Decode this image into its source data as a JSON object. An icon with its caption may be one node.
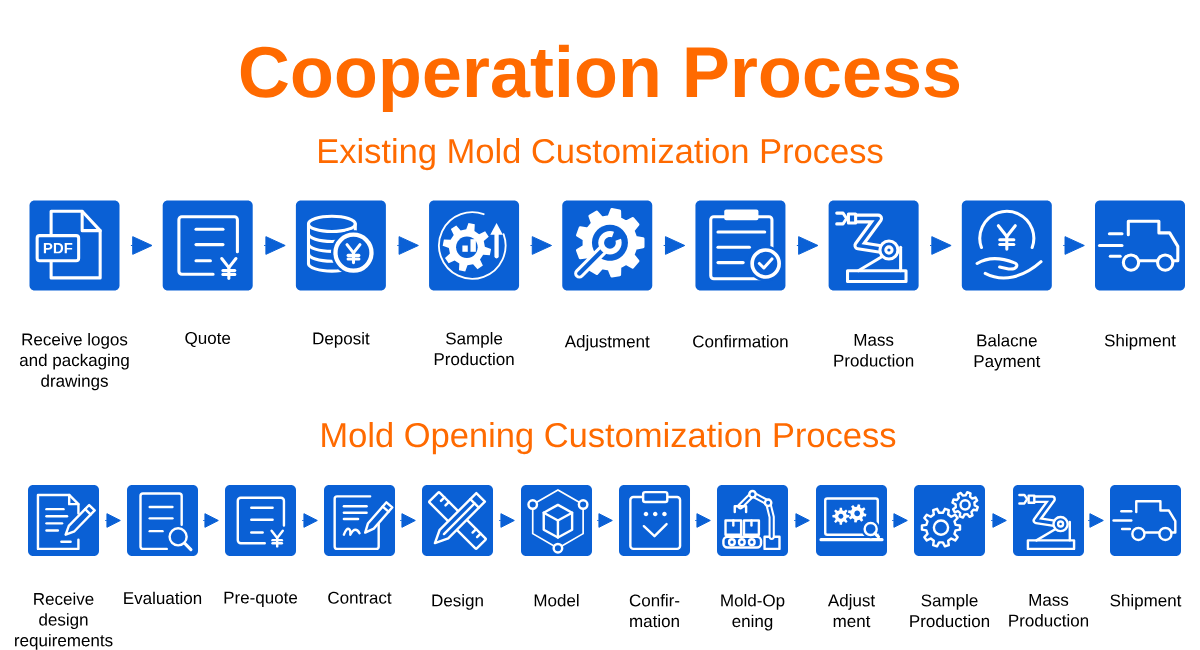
{
  "diagram": {
    "title": "Cooperation Process",
    "nodes": [
      {
        "text": [
          "Receive logos and packaging drawings"
        ]
      },
      {
        "text": [
          "Quote"
        ]
      },
      {
        "text": [
          "Deposit"
        ]
      },
      {
        "text": [
          "Sample Production"
        ]
      },
      {
        "text": [
          "Adjustment"
        ]
      },
      {
        "text": [
          "Confirmation"
        ]
      },
      {
        "text": [
          "Mass Production"
        ]
      },
      {
        "text": [
          "Balacne Payment"
        ]
      },
      {
        "text": [
          "Shipment"
        ]
      },
      {
        "text": [
          "Receive design requirements"
        ]
      },
      {
        "text": [
          "Evaluation"
        ]
      },
      {
        "text": [
          "Pre-quote"
        ]
      },
      {
        "text": [
          "Contract"
        ]
      },
      {
        "text": [
          "Design"
        ]
      },
      {
        "text": [
          "Model"
        ]
      },
      {
        "text": [
          "Confir- mation"
        ]
      },
      {
        "text": [
          "Mold-Op ening"
        ]
      },
      {
        "text": [
          "Adjust ment"
        ]
      },
      {
        "text": [
          "Sample Production"
        ]
      },
      {
        "text": [
          "Mass Production"
        ]
      },
      {
        "text": [
          "Shipment"
        ]
      }
    ],
    "edges": [
      {
        "from": 0,
        "to": 1,
        "arrow": "to"
      },
      {
        "from": 1,
        "to": 2,
        "arrow": "to"
      },
      {
        "from": 2,
        "to": 3,
        "arrow": "to"
      },
      {
        "from": 3,
        "to": 4,
        "arrow": "to"
      },
      {
        "from": 4,
        "to": 5,
        "arrow": "to"
      },
      {
        "from": 5,
        "to": 6,
        "arrow": "to"
      },
      {
        "from": 6,
        "to": 7,
        "arrow": "to"
      },
      {
        "from": 7,
        "to": 8,
        "arrow": "to"
      },
      {
        "from": 9,
        "to": 10,
        "arrow": "to"
      },
      {
        "from": 10,
        "to": 11,
        "arrow": "to"
      },
      {
        "from": 11,
        "to": 12,
        "arrow": "to"
      },
      {
        "from": 12,
        "to": 13,
        "arrow": "to"
      },
      {
        "from": 13,
        "to": 14,
        "arrow": "to"
      },
      {
        "from": 14,
        "to": 15,
        "arrow": "to"
      },
      {
        "from": 15,
        "to": 16,
        "arrow": "to"
      },
      {
        "from": 16,
        "to": 17,
        "arrow": "to"
      },
      {
        "from": 17,
        "to": 18,
        "arrow": "to"
      },
      {
        "from": 18,
        "to": 19,
        "arrow": "to"
      },
      {
        "from": 19,
        "to": 20,
        "arrow": "to"
      }
    ],
    "labels": [
      "Existing Mold Customization Process",
      "PDF",
      "Mold Opening Customization Process"
    ]
  }
}
